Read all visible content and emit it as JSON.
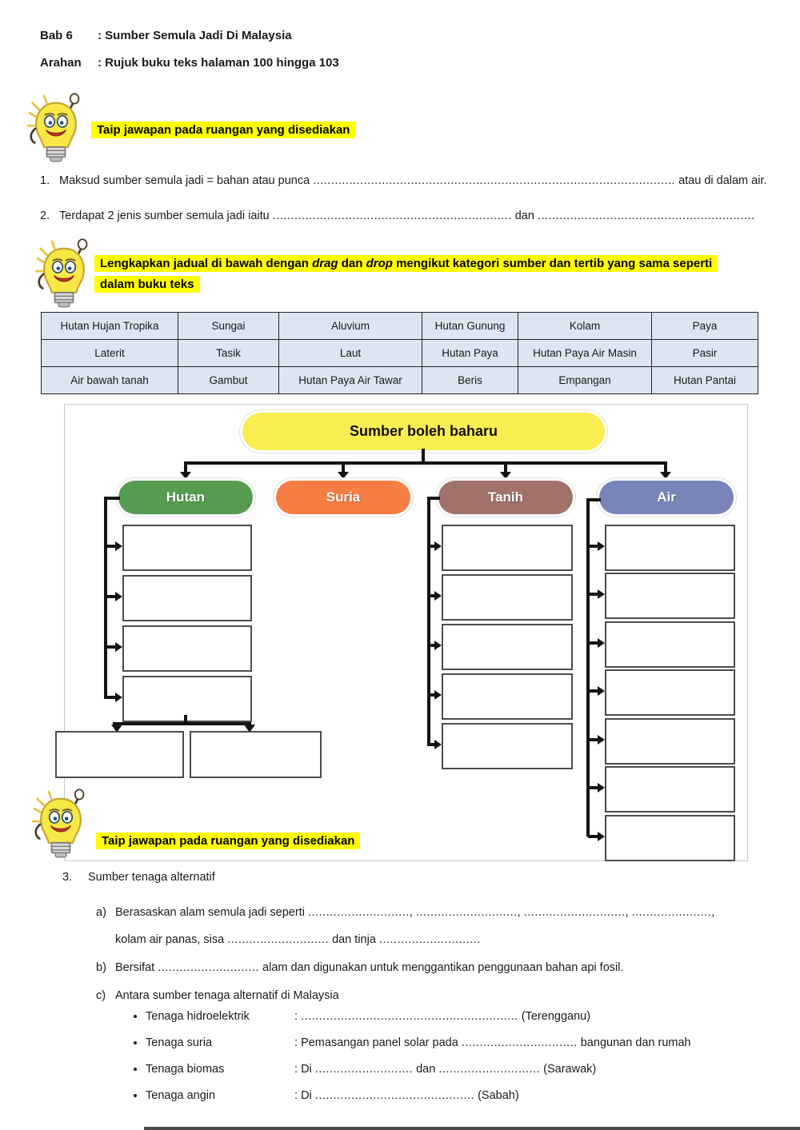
{
  "header": {
    "bab_label": "Bab 6",
    "bab_rest": ": Sumber Semula Jadi Di Malaysia",
    "arahan_label": "Arahan",
    "arahan_rest": ": Rujuk buku teks halaman 100 hingga 103"
  },
  "instructions": {
    "type_answer_1": "Taip jawapan pada ruangan yang disediakan",
    "dragdrop_pre": "Lengkapkan jadual di bawah dengan ",
    "dragdrop_drag": "drag",
    "dragdrop_mid": " dan ",
    "dragdrop_drop": "drop",
    "dragdrop_post": " mengikut kategori sumber dan tertib yang sama seperti",
    "dragdrop_line2": "dalam buku teks",
    "type_answer_2": "Taip jawapan pada ruangan yang disediakan"
  },
  "q1": {
    "num": "1.",
    "pre": "Maksud sumber semula jadi = bahan atau punca ",
    "blank": "....................................................................................................",
    "post": " atau di dalam air."
  },
  "q2": {
    "num": "2.",
    "pre": "Terdapat 2 jenis sumber semula jadi iaitu ",
    "blank1": "..................................................................",
    "mid": " dan ",
    "blank2": "............................................................"
  },
  "word_bank": {
    "rows": [
      [
        "Hutan Hujan Tropika",
        "Sungai",
        "Aluvium",
        "Hutan Gunung",
        "Kolam",
        "Paya"
      ],
      [
        "Laterit",
        "Tasik",
        "Laut",
        "Hutan Paya",
        "Hutan Paya Air Masin",
        "Pasir"
      ],
      [
        "Air bawah tanah",
        "Gambut",
        "Hutan Paya Air Tawar",
        "Beris",
        "Empangan",
        "Hutan Pantai"
      ]
    ]
  },
  "diagram": {
    "root_label": "Sumber boleh baharu",
    "root_color": "#f8ed51",
    "categories": [
      {
        "label": "Hutan",
        "color": "#579b50",
        "empty_boxes": 4,
        "extra_bottom_boxes": 2
      },
      {
        "label": "Suria",
        "color": "#f57e45",
        "empty_boxes": 0
      },
      {
        "label": "Tanih",
        "color": "#a0726a",
        "empty_boxes": 5
      },
      {
        "label": "Air",
        "color": "#7985b9",
        "empty_boxes": 7
      }
    ]
  },
  "q3": {
    "num": "3.",
    "title": "Sumber tenaga alternatif",
    "a_label": "a)",
    "a_pre": "Berasaskan alam semula jadi seperti ",
    "a_b1": "............................",
    "a_s1": ", ",
    "a_b2": "............................",
    "a_s2": ", ",
    "a_b3": "............................",
    "a_s3": ", ",
    "a_b4": "......................",
    "a_s4": ",",
    "a2_pre": "kolam air panas, sisa ",
    "a2_b1": "............................",
    "a2_mid": " dan tinja ",
    "a2_b2": "............................",
    "b_label": "b)",
    "b_pre": "Bersifat ",
    "b_b1": "............................",
    "b_post": " alam dan digunakan untuk menggantikan penggunaan bahan api fosil.",
    "c_label": "c)",
    "c_title": "Antara sumber tenaga alternatif di Malaysia",
    "bullets": [
      {
        "label": "Tenaga hidroelektrik",
        "colon": ": ",
        "b1": "............................................................",
        "post": " (Terengganu)"
      },
      {
        "label": "Tenaga suria",
        "colon": ": ",
        "pre": "Pemasangan panel solar pada ",
        "b1": "................................",
        "post": " bangunan dan rumah"
      },
      {
        "label": "Tenaga biomas",
        "colon": ": ",
        "pre": "Di ",
        "b1": "...........................",
        "mid": " dan ",
        "b2": "............................",
        "post": " (Sarawak)"
      },
      {
        "label": "Tenaga angin",
        "colon": ": ",
        "pre": "Di ",
        "b1": "............................................",
        "post": " (Sabah)"
      }
    ]
  },
  "colors": {
    "highlight_yellow": "#ffff00",
    "word_bank_cell": "#dce6f1",
    "root_pill": "#f8ed51",
    "hutan": "#579b50",
    "suria": "#f57e45",
    "tanih": "#a0726a",
    "air": "#7985b9"
  }
}
